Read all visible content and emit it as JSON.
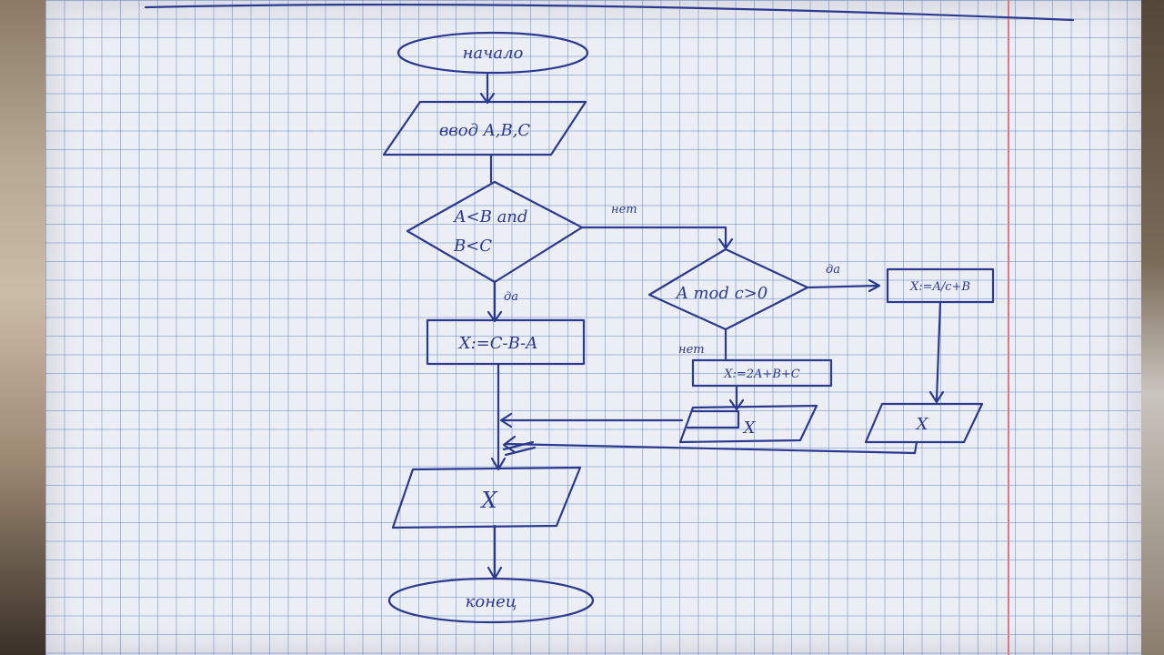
{
  "flowchart": {
    "start": "начало",
    "input": "ввод A,B,C",
    "cond1_line1": "A<B and",
    "cond1_line2": "B<C",
    "label_no1": "нет",
    "label_yes1": "да",
    "assign1": "X:=C-B-A",
    "cond2": "A mod c>0",
    "label_yes2": "да",
    "label_no2": "нет",
    "assign2": "X:=A/c+B",
    "assign3": "X:=2A+B+C",
    "output_mid": "X",
    "output_right": "X",
    "output_main": "X",
    "end": "конец"
  }
}
